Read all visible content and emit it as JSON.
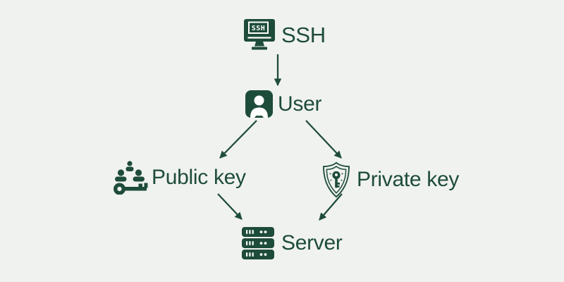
{
  "colors": {
    "ink": "#1e4c3a",
    "bg": "#f0f2f0"
  },
  "nodes": {
    "ssh": {
      "label": "SSH",
      "icon": "ssh-monitor",
      "icon_text": "SSH"
    },
    "user": {
      "label": "User",
      "icon": "user-badge"
    },
    "public_key": {
      "label": "Public key",
      "icon": "user-group-key"
    },
    "private_key": {
      "label": "Private key",
      "icon": "shield-key"
    },
    "server": {
      "label": "Server",
      "icon": "server-rack"
    }
  },
  "edges": [
    {
      "from": "SSH",
      "to": "User"
    },
    {
      "from": "User",
      "to": "Public key"
    },
    {
      "from": "User",
      "to": "Private key"
    },
    {
      "from": "Public key",
      "to": "Server"
    },
    {
      "from": "Private key",
      "to": "Server"
    }
  ]
}
